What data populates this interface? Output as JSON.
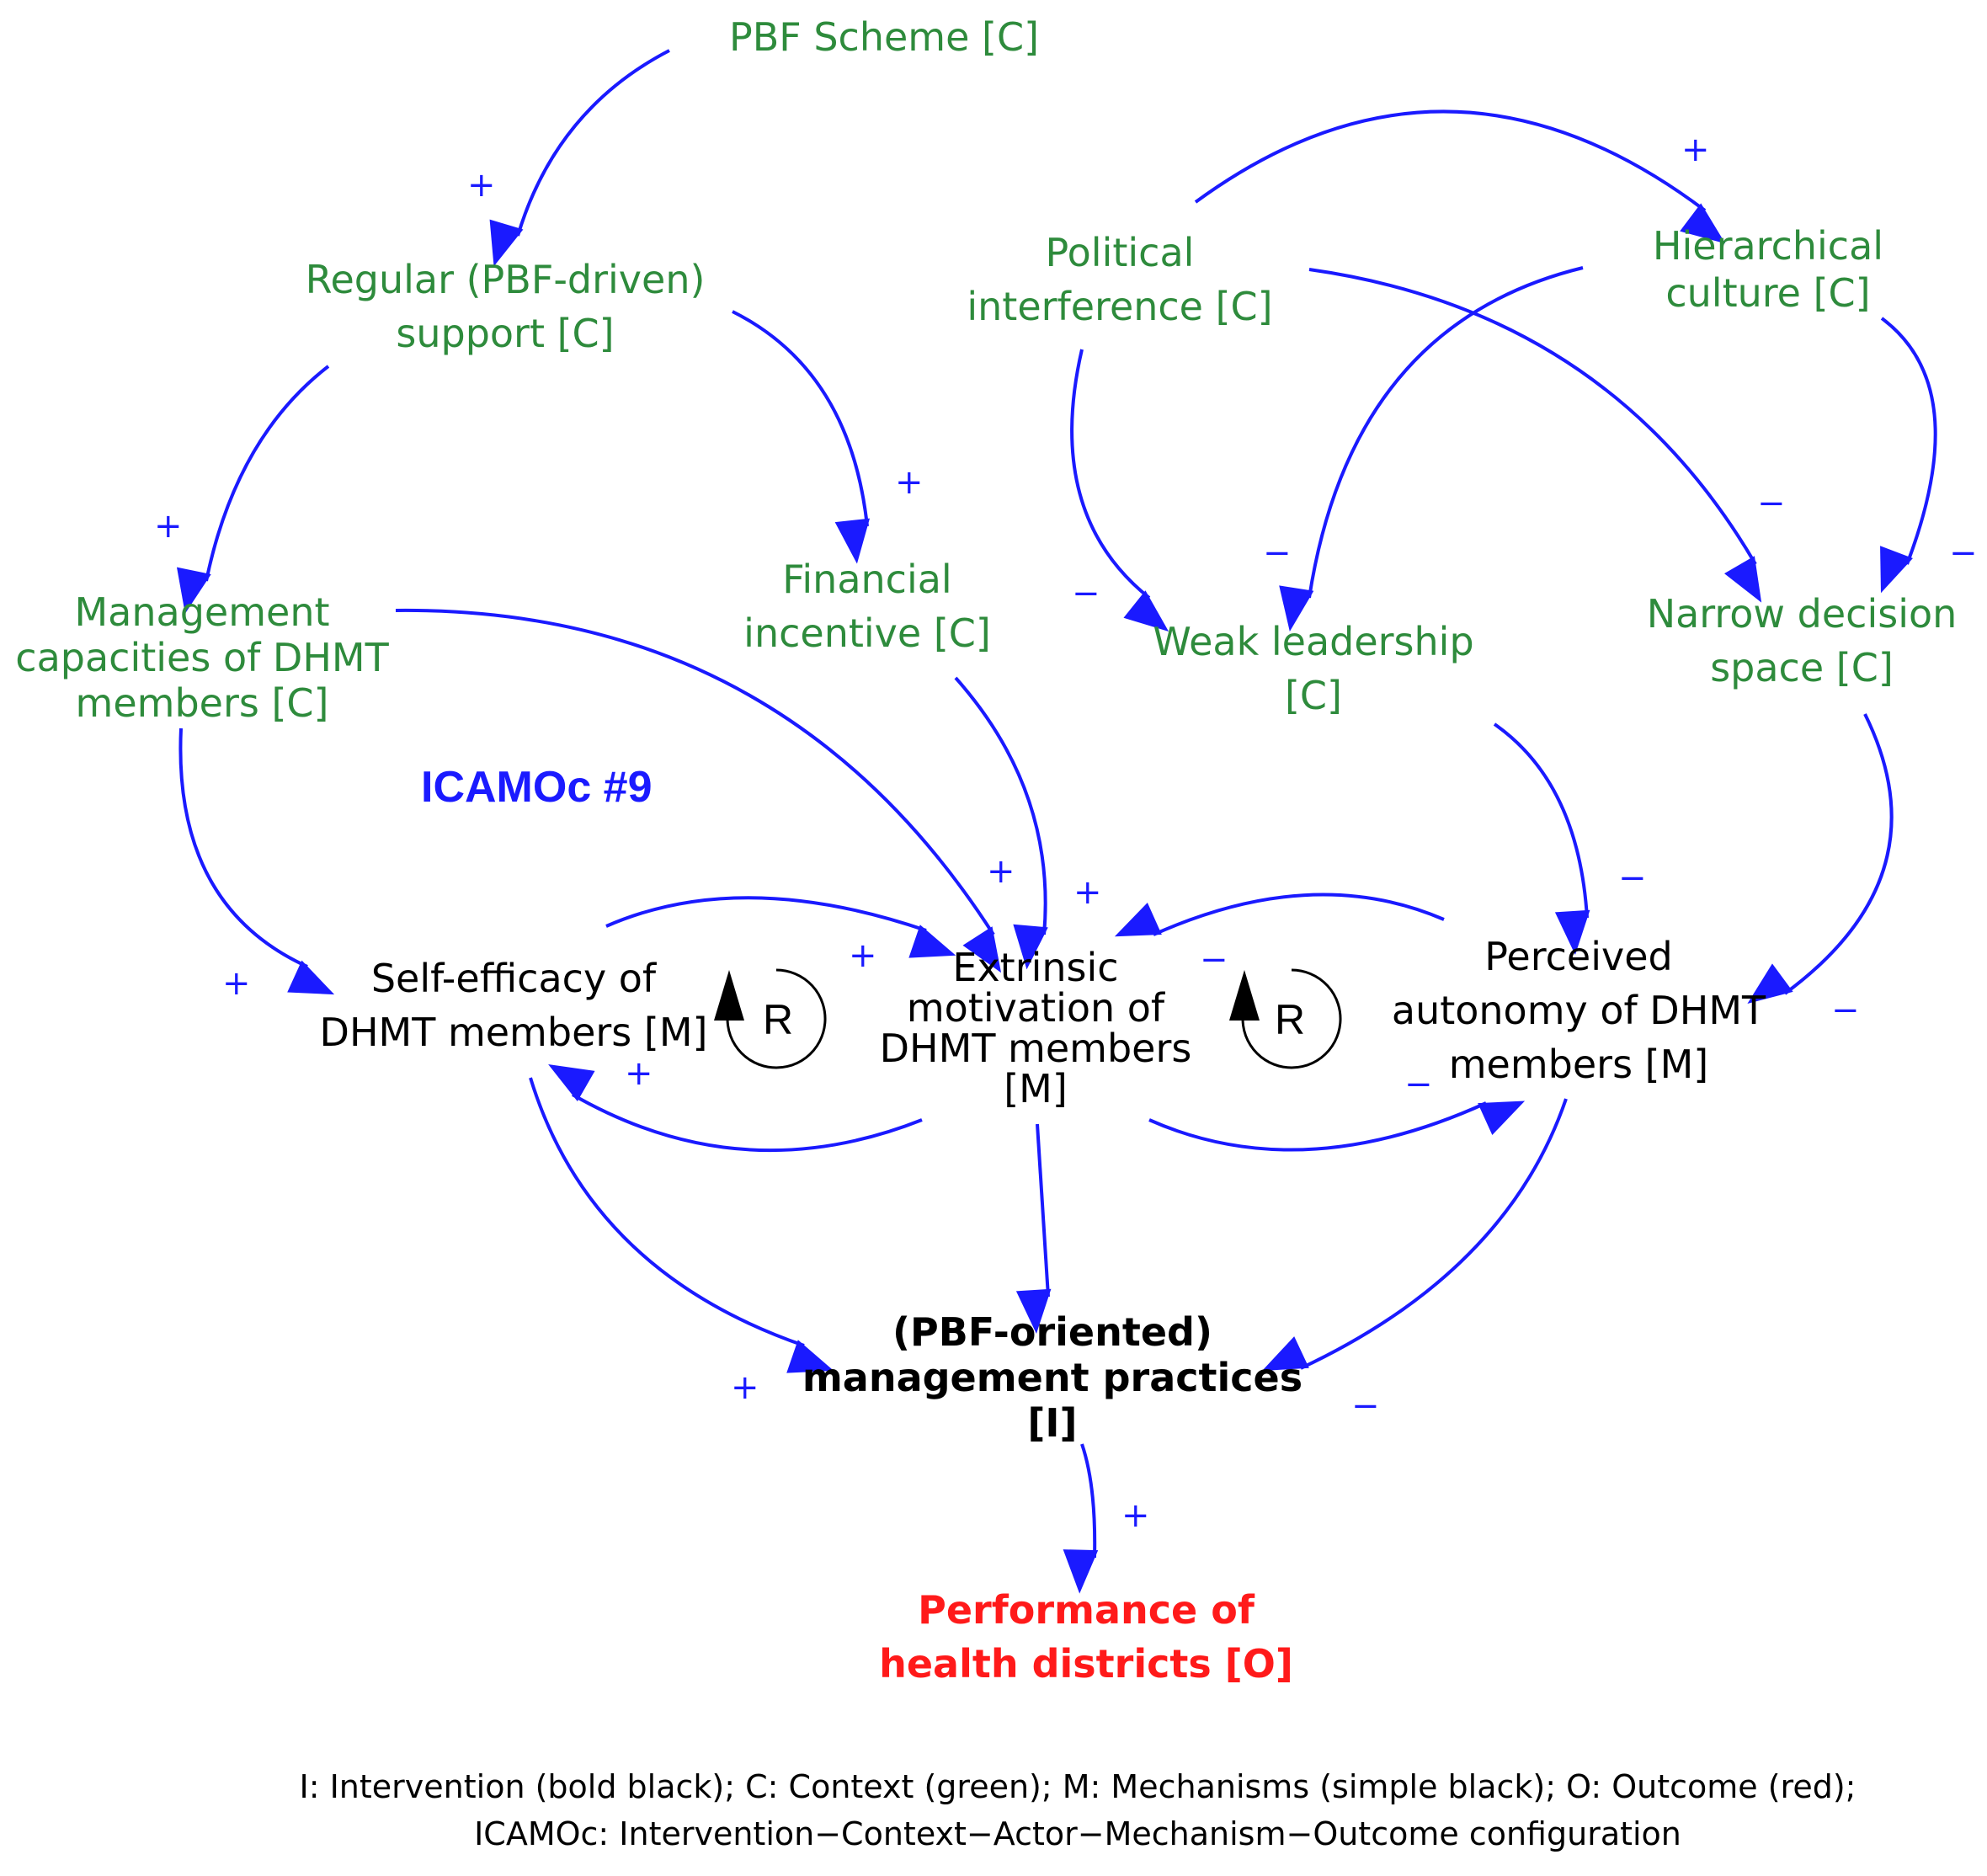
{
  "diagram": {
    "title": "ICAMOc #9",
    "nodes": {
      "pbf_scheme": "PBF Scheme [C]",
      "regular_support": "Regular (PBF-driven)\nsupport [C]",
      "management_capacities": "Management\ncapacities of DHMT\nmembers [C]",
      "financial_incentive": "Financial\nincentive [C]",
      "political_interference": "Political\ninterference [C]",
      "hierarchical_culture": "Hierarchical\nculture [C]",
      "weak_leadership": "Weak leadership\n[C]",
      "narrow_decision_space": "Narrow decision\nspace [C]",
      "self_efficacy": "Self-efficacy of\nDHMT members [M]",
      "extrinsic_motivation": "Extrinsic\nmotivation of\nDHMT members\n[M]",
      "perceived_autonomy": "Perceived\nautonomy of DHMT\nmembers [M]",
      "management_practices": "(PBF-oriented)\nmanagement practices\n[I]",
      "performance": "Performance of\nhealth districts [O]"
    },
    "loops": {
      "left": "R",
      "right": "R"
    },
    "signs": {
      "pbf_to_support": "+",
      "support_to_capacities": "+",
      "support_to_incentive": "+",
      "political_to_hierarchical": "+",
      "political_to_weak": "−",
      "political_to_narrow": "−",
      "hierarchical_to_weak": "−",
      "hierarchical_to_narrow": "−",
      "capacities_to_selfefficacy": "+",
      "capacities_to_extrinsic": "+",
      "incentive_to_extrinsic": "+",
      "selfefficacy_to_extrinsic": "+",
      "extrinsic_to_selfefficacy": "+",
      "weak_to_autonomy": "−",
      "autonomy_to_extrinsic": "−",
      "extrinsic_to_autonomy": "−",
      "narrow_to_autonomy": "−",
      "selfefficacy_to_practices": "+",
      "autonomy_to_practices": "−",
      "practices_to_performance": "+"
    },
    "legend": {
      "line1": "I: Intervention (bold black); C: Context (green); M: Mechanisms (simple black); O: Outcome (red);",
      "line2": "ICAMOc: Intervention−Context−Actor−Mechanism−Outcome configuration"
    },
    "colors": {
      "context": "#2e8b3c",
      "arrow": "#1a1aff",
      "outcome": "#ff1a1a",
      "mechanism": "#000000"
    }
  }
}
